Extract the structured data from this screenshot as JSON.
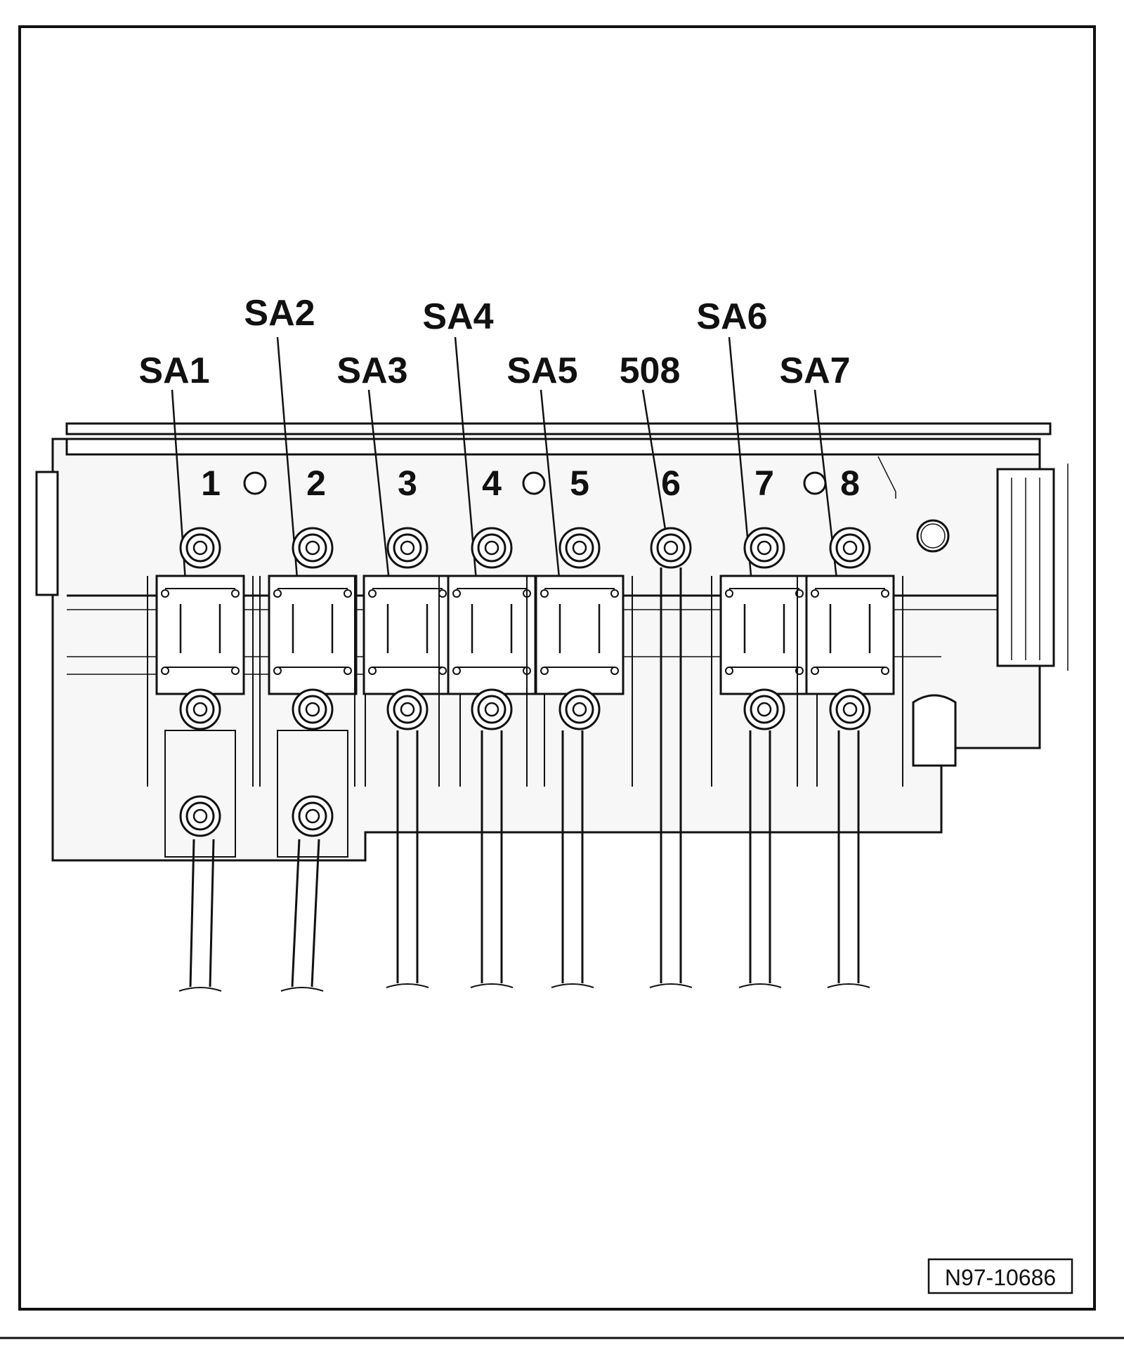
{
  "figure_id": "N97-10686",
  "callouts": [
    {
      "label": "SA1",
      "target_slot": "1"
    },
    {
      "label": "SA2",
      "target_slot": "2"
    },
    {
      "label": "SA3",
      "target_slot": "3"
    },
    {
      "label": "SA4",
      "target_slot": "4"
    },
    {
      "label": "SA5",
      "target_slot": "5"
    },
    {
      "label": "508",
      "target_slot": "6"
    },
    {
      "label": "SA6",
      "target_slot": "7"
    },
    {
      "label": "SA7",
      "target_slot": "8"
    }
  ],
  "slot_numbers": [
    "1",
    "2",
    "3",
    "4",
    "5",
    "6",
    "7",
    "8"
  ],
  "colors": {
    "ink": "#111111",
    "background": "#ffffff",
    "fill": "#ececec"
  }
}
